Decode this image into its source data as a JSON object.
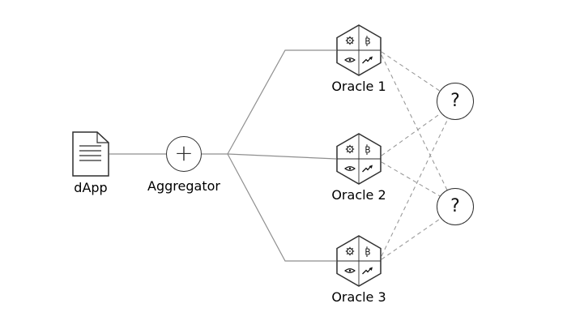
{
  "diagram": {
    "dapp": {
      "label": "dApp"
    },
    "aggregator": {
      "label": "Aggregator",
      "symbol": "+"
    },
    "oracles": [
      {
        "label": "Oracle 1"
      },
      {
        "label": "Oracle 2"
      },
      {
        "label": "Oracle 3"
      }
    ],
    "oracle_icons": [
      "gear-icon",
      "bitcoin-icon",
      "eye-icon",
      "trend-arrow-icon"
    ],
    "data_sources": [
      {
        "symbol": "?"
      },
      {
        "symbol": "?"
      }
    ],
    "colors": {
      "connector": "#8f8f8f",
      "node_stroke": "#2f2f2f",
      "text": "#000000",
      "background": "#ffffff"
    }
  }
}
